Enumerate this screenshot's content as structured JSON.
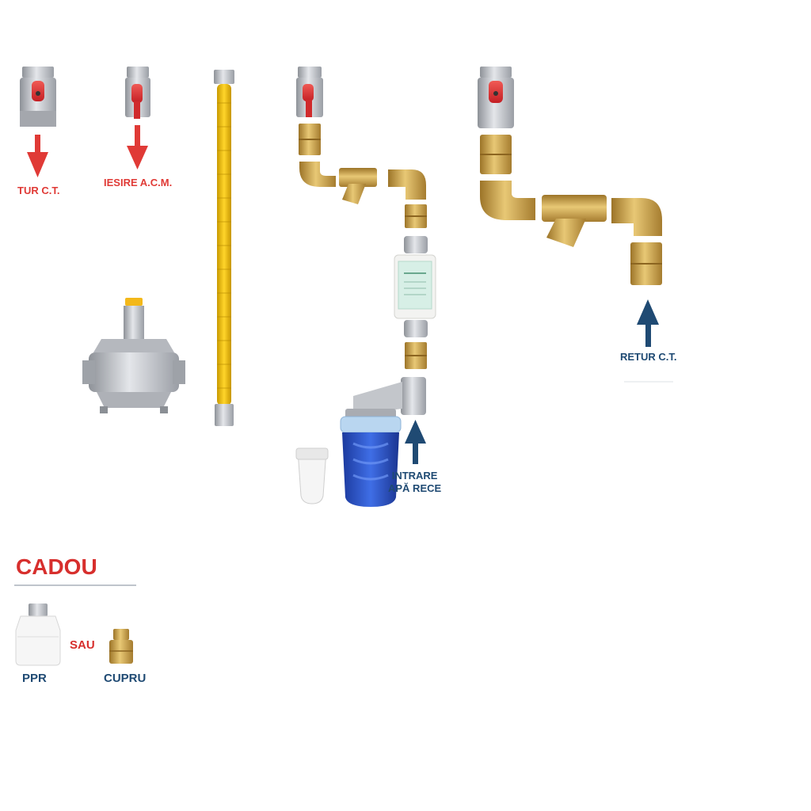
{
  "labels": {
    "tur_ct": "TUR C.T.",
    "iesire_acm": "IESIRE A.C.M.",
    "intrare_line1": "INTRARE",
    "intrare_line2": "APĂ RECE",
    "retur_ct": "RETUR C.T."
  },
  "gift": {
    "title": "CADOU",
    "option_ppr": "PPR",
    "or": "SAU",
    "option_cupru": "CUPRU"
  },
  "colors": {
    "arrow_red": "#e03a36",
    "arrow_navy": "#1f4a73",
    "brass": "#c9a14a",
    "yellow_hose": "#f2c400",
    "filter_blue": "#2a52c9",
    "silver": "#b9bcc2"
  },
  "icons": {
    "valve": "ball-valve-icon",
    "nipple": "brass-nipple-icon",
    "elbow": "brass-elbow-icon",
    "strainer": "y-strainer-icon",
    "magnetic": "magnetic-filter-icon",
    "dosing": "dosing-filter-icon",
    "regulator": "pressure-regulator-icon",
    "hose": "flexible-hose-icon"
  }
}
